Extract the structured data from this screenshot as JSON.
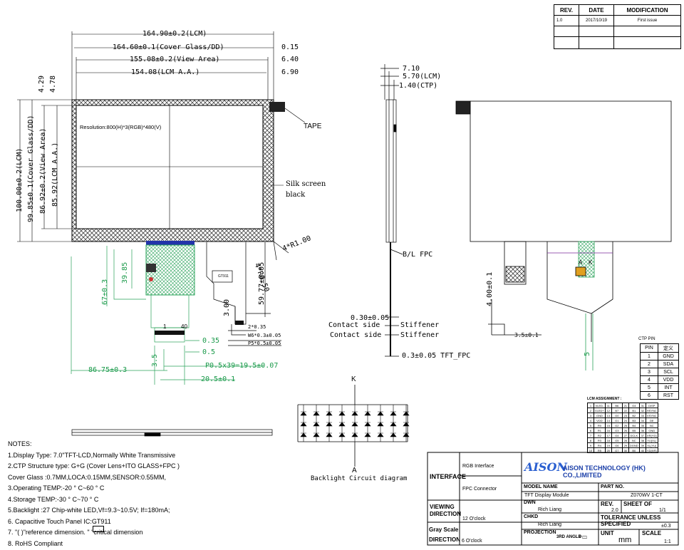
{
  "revision": {
    "headers": [
      "REV.",
      "DATE",
      "MODIFICATION"
    ],
    "rows": [
      [
        "1.0",
        "2017/10/19",
        "First issue"
      ]
    ]
  },
  "front": {
    "dims_top": [
      "164.90±0.2(LCM)",
      "164.60±0.1(Cover Glass/DD)",
      "155.08±0.2(View Area)",
      "154.08(LCM A.A.)"
    ],
    "dims_top_right": [
      "0.15",
      "6.40",
      "6.90"
    ],
    "dims_left": [
      "100.00±0.2(LCM)",
      "99.85±0.1(Cover Glass/DD)",
      "86.92±0.2(View Area)",
      "85.92(LCM A.A.)"
    ],
    "dims_left_top": [
      "4.29",
      "4.78"
    ],
    "resolution": "Resolution:800(H)*3(RGB)*480(V)",
    "tape": "TAPE",
    "silk_screen": "Silk screen",
    "silk_black": "black",
    "r100": "4*R1.00",
    "r050": "4*R0.50",
    "ic_label": "GT911",
    "pin1": "1",
    "pin40": "40",
    "dim_3985": "39.85",
    "dim_67": "67±0.3",
    "dim_300": "3.00",
    "dim_5977": "59.77±0.05",
    "dim_2035": "2*0.35",
    "dim_w6": "W6*0.3±0.05",
    "dim_p5": "P5*0.5±0.05",
    "dim_035": "0.35",
    "dim_05": "0.5",
    "dim_35": "3.5",
    "dim_pitch": "P0.5x39=19.5±0.07",
    "dim_8675": "86.75±0.3",
    "dim_205": "20.5±0.1"
  },
  "side": {
    "dims": [
      "7.10",
      "5.70(LCM)",
      "1.40(CTP)"
    ],
    "bl_fpc": "B/L FPC",
    "stiff1_dim": "0.30±0.05",
    "stiff1_contact": "Contact side",
    "stiff1_label": "Stiffener",
    "stiff2_contact": "Contact side",
    "stiff2_label": "Stiffener",
    "tft_fpc": "0.3±0.05 TFT_FPC"
  },
  "back": {
    "dim_400": "4.00±0.1",
    "dim_35": "3.5±0.1",
    "dim_5": "5",
    "a_label": "A",
    "k_label": "K"
  },
  "backlight": {
    "k": "K",
    "a": "A",
    "caption": "Backlight Circuit diagram"
  },
  "ctp_pin": {
    "title": "CTP PIN",
    "headers": [
      "PIN",
      "定义"
    ],
    "rows": [
      [
        "1",
        "GND"
      ],
      [
        "2",
        "SDA"
      ],
      [
        "3",
        "SCL"
      ],
      [
        "4",
        "VDD"
      ],
      [
        "5",
        "INT"
      ],
      [
        "6",
        "RST"
      ]
    ]
  },
  "lcm_assign": {
    "title": "LCM ASSIGNMENT :",
    "rows": [
      [
        "1",
        "VLED-",
        "11",
        "B6",
        "21",
        "G4",
        "31",
        "DISP"
      ],
      [
        "2",
        "VLED+",
        "12",
        "B7",
        "22",
        "B1",
        "32",
        "HSYNC"
      ],
      [
        "3",
        "GND",
        "13",
        "G0",
        "23",
        "B2",
        "33",
        "VSYNC"
      ],
      [
        "4",
        "VDD",
        "14",
        "G1",
        "24",
        "B3",
        "34",
        "DE"
      ],
      [
        "5",
        "R0",
        "15",
        "G2",
        "25",
        "B4",
        "35",
        "NC"
      ],
      [
        "6",
        "R1",
        "16",
        "G3",
        "26",
        "B5",
        "36",
        "GND"
      ],
      [
        "7",
        "R2",
        "17",
        "G4",
        "27",
        "DCLK",
        "37",
        "XR(YD)"
      ],
      [
        "8",
        "R3",
        "18",
        "G5",
        "28",
        "NC",
        "38",
        "YU(XL)"
      ],
      [
        "9",
        "R4",
        "19",
        "G6",
        "29",
        "DGND",
        "39",
        "XL(YU)"
      ],
      [
        "10",
        "R5",
        "20",
        "G7",
        "30",
        "B0",
        "40",
        "YD(XR)"
      ]
    ]
  },
  "notes": {
    "title": "NOTES:",
    "items": [
      "1.Display Type:  7.0\"TFT-LCD,Normally White Transmissive",
      "2.CTP Structure type:  G+G (Cover Lens+ITO GLASS+FPC )",
      "   Cover Glass :0.7MM,LOCA:0.15MM,SENSOR:0.55MM,",
      "3.Operating TEMP:-20 °  C~60 °  C",
      "4.Storage TEMP:-30 °  C~70 °  C",
      "5.Backlight :27 Chip-white LED,Vf=9.3~10.5V; If=180mA;",
      "6. Capacitive Touch Panel IC:GT911",
      "7. \"( )\"reference dimension. \"       \"critical dimension",
      "8. RoHS Compliant"
    ]
  },
  "title_block": {
    "interface": "INTERFACE",
    "rgb": "RGB Interface",
    "fpc": "FPC Connector",
    "logo": "AISON",
    "company": "AISON TECHNOLOGY (HK) CO.,LIMITED",
    "model_name_h": "MODEL NAME",
    "model_name": "TFT Display Module",
    "part_no_h": "PART NO.",
    "part_no": "Z070WV 1-CT",
    "viewing_h": "VIEWING DIRECTION",
    "viewing": "12 O'clock",
    "dwn_h": "DWN",
    "dwn": "Rich Liang",
    "rev_h": "REV.",
    "rev": "2.0",
    "sheet_h": "SHEET OF",
    "sheet": "1/1",
    "chkd_h": "CHKD",
    "chkd": "Rich Liang",
    "tol_h": "TOLERANCE UNLESS SPECIFIED",
    "tol": "±0.3",
    "gray_h": "Gray Scale DIRECTION",
    "gray": "6 O'clock",
    "proj_h": "PROJECTION",
    "proj": "3RD ANGLE",
    "unit_h": "UNIT",
    "unit": "mm",
    "scale_h": "SCALE",
    "scale": "1:1"
  }
}
